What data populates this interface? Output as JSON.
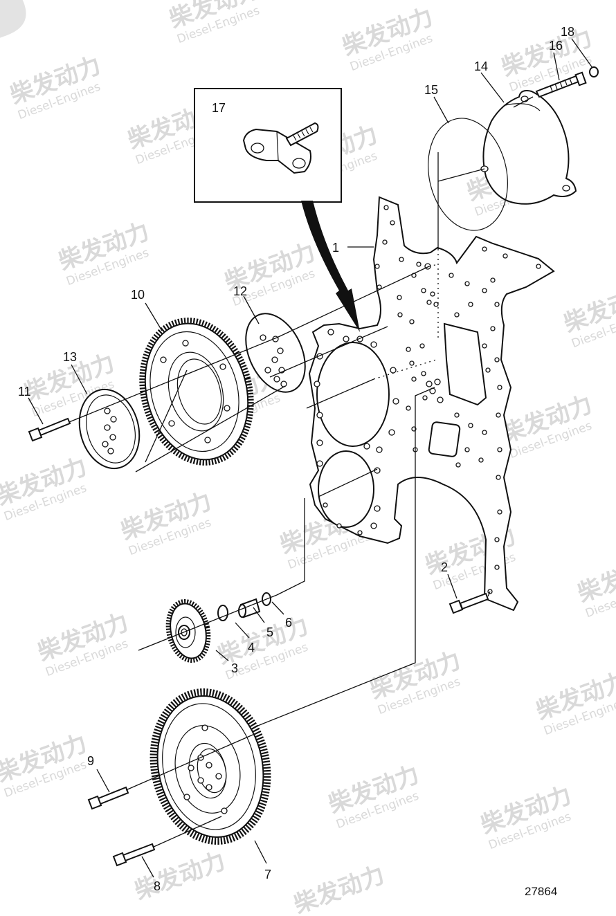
{
  "watermark": {
    "brand_cn": "柴发动力",
    "brand_en": "Diesel-Engines"
  },
  "callouts": {
    "c1": "1",
    "c2": "2",
    "c3": "3",
    "c4": "4",
    "c5": "5",
    "c6": "6",
    "c7": "7",
    "c8": "8",
    "c9": "9",
    "c10": "10",
    "c11": "11",
    "c12": "12",
    "c13": "13",
    "c14": "14",
    "c15": "15",
    "c16": "16",
    "c17": "17",
    "c18": "18"
  },
  "drawing_ref": "27864"
}
